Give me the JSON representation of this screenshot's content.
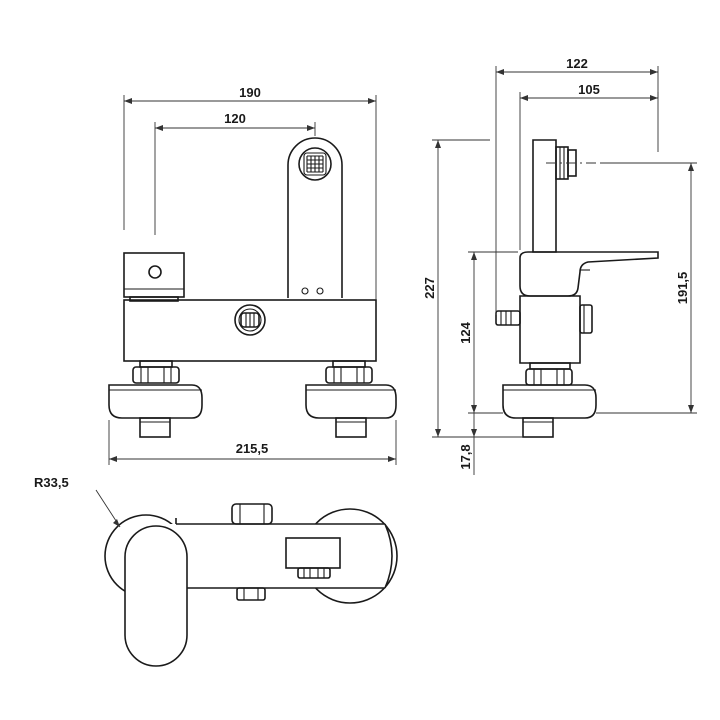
{
  "dimensions": {
    "front_width": "190",
    "front_centers": "120",
    "front_base": "215,5",
    "side_depth": "122",
    "side_spout": "105",
    "side_height": "227",
    "side_lever": "124",
    "side_right_height": "191,5",
    "side_bottom": "17,8",
    "top_radius": "R33,5"
  },
  "colors": {
    "line": "#1a1a1a",
    "background": "#ffffff"
  }
}
